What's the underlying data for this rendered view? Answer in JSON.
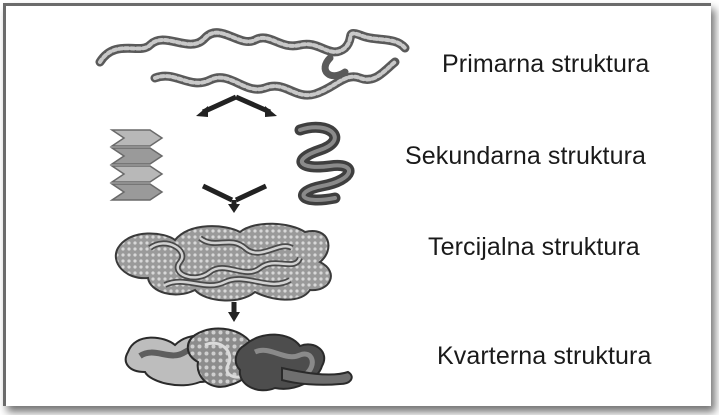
{
  "labels": {
    "primary": "Primarna struktura",
    "secondary": "Sekundarna struktura",
    "tertiary": "Tercijalna struktura",
    "quaternary": "Kvarterna struktura"
  },
  "colors": {
    "chain": "#7a7a7a",
    "sheet": "#b5b5b5",
    "helix": "#555555",
    "arrow": "#222222",
    "text": "#1a1a1a"
  }
}
